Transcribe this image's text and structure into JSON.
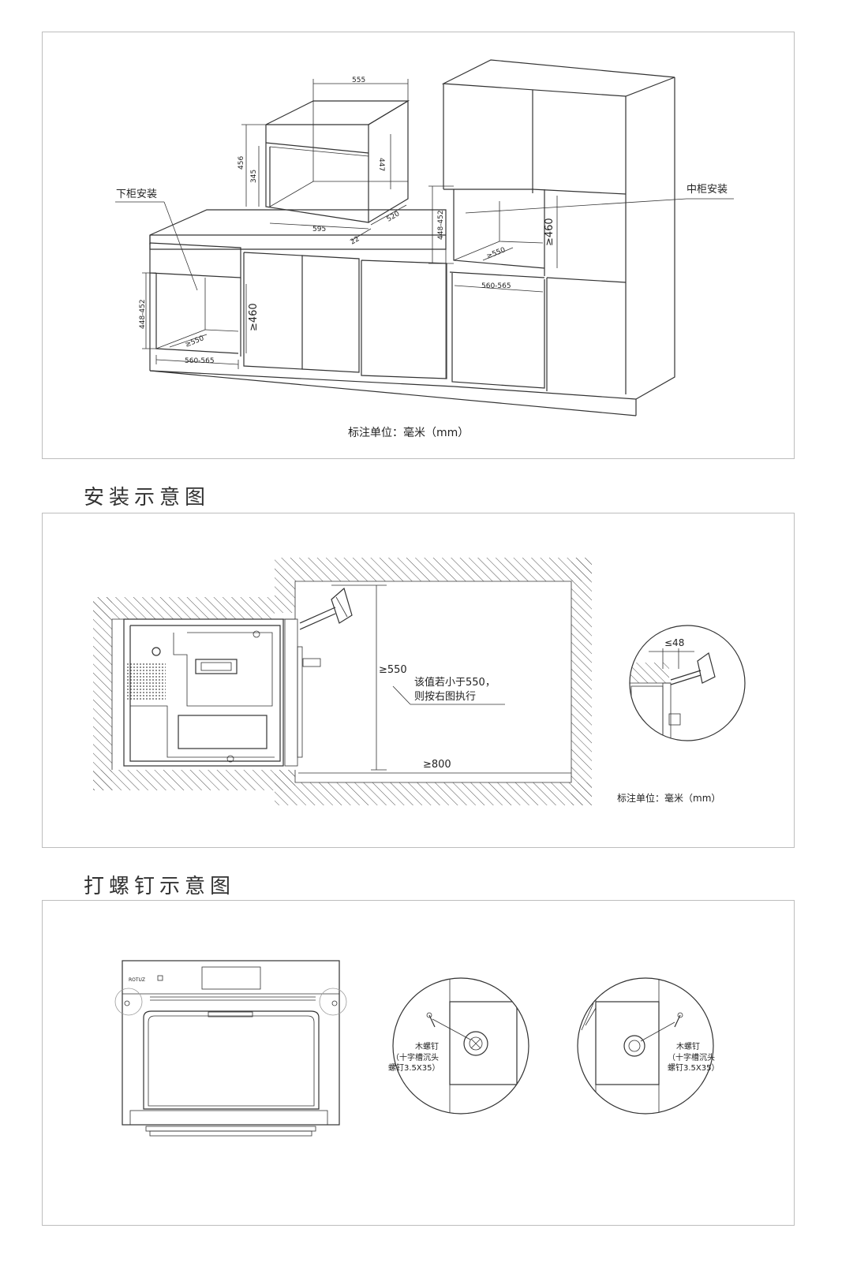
{
  "panel1": {
    "dims": {
      "w555": "555",
      "h456": "456",
      "h345": "345",
      "h447": "447",
      "w595": "595",
      "d520": "520",
      "d22": "22",
      "h448_mid": "448-452",
      "h460_mid": "≥460",
      "d550_mid": "≥550",
      "w560_mid": "560-565",
      "h448_low": "448-452",
      "h460_low": "≥460",
      "d550_low": "≥550",
      "w560_low": "560-565"
    },
    "label_lower": "下柜安装",
    "label_middle": "中柜安装",
    "unit_note": "标注单位：毫米（mm）"
  },
  "section2_title": "安装示意图",
  "panel2": {
    "dim_550": "≥550",
    "dim_800": "≥800",
    "dim_48": "≤48",
    "note_line1": "该值若小于550，",
    "note_line2": "则按右图执行",
    "unit_note": "标注单位：毫米（mm）"
  },
  "section3_title": "打螺钉示意图",
  "panel3": {
    "brand": "ROTUZ",
    "screw_label_left": [
      "木螺钉",
      "（十字槽沉头",
      "螺钉3.5X35）"
    ],
    "screw_label_right": [
      "木螺钉",
      "（十字槽沉头",
      "螺钉3.5X35）"
    ]
  }
}
